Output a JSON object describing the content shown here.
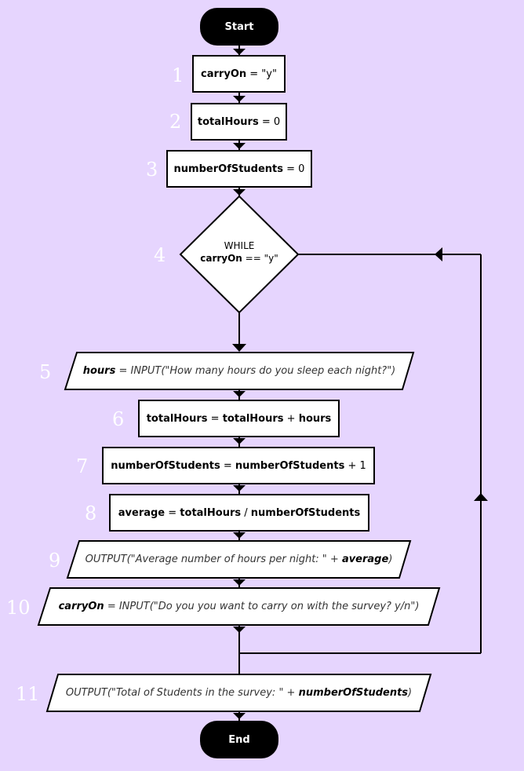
{
  "colors": {
    "background": "#e6d5fe",
    "shape_fill": "#ffffff",
    "terminal_fill": "#000000",
    "number_color": "#ffffff"
  },
  "start": "Start",
  "end": "End",
  "steps": {
    "s1": {
      "num": "1",
      "var": "carryOn",
      "rest": " = \"y\""
    },
    "s2": {
      "num": "2",
      "var": "totalHours",
      "rest": " = 0"
    },
    "s3": {
      "num": "3",
      "var": "numberOfStudents",
      "rest": " = 0"
    },
    "s4": {
      "num": "4",
      "line1": "WHILE",
      "var": "carryOn",
      "rest": " == \"y\""
    },
    "s5": {
      "num": "5",
      "var": "hours",
      "rest": " = INPUT(\"How many hours do you sleep each night?\")"
    },
    "s6": {
      "num": "6",
      "a": "totalHours",
      "b": " = ",
      "c": "totalHours",
      "d": " + ",
      "e": "hours"
    },
    "s7": {
      "num": "7",
      "a": "numberOfStudents",
      "b": " = ",
      "c": "numberOfStudents",
      "d": " + 1"
    },
    "s8": {
      "num": "8",
      "a": "average",
      "b": " = ",
      "c": "totalHours",
      "d": " / ",
      "e": "numberOfStudents"
    },
    "s9": {
      "num": "9",
      "pre": "OUTPUT(\"Average number of hours per night: \" + ",
      "var": "average",
      "post": ")"
    },
    "s10": {
      "num": "10",
      "var": "carryOn",
      "rest": " = INPUT(\"Do you you want to carry on with the survey? y/n\")"
    },
    "s11": {
      "num": "11",
      "pre": "OUTPUT(\"Total of Students in the survey: \" + ",
      "var": "numberOfStudents",
      "post": ")"
    }
  }
}
